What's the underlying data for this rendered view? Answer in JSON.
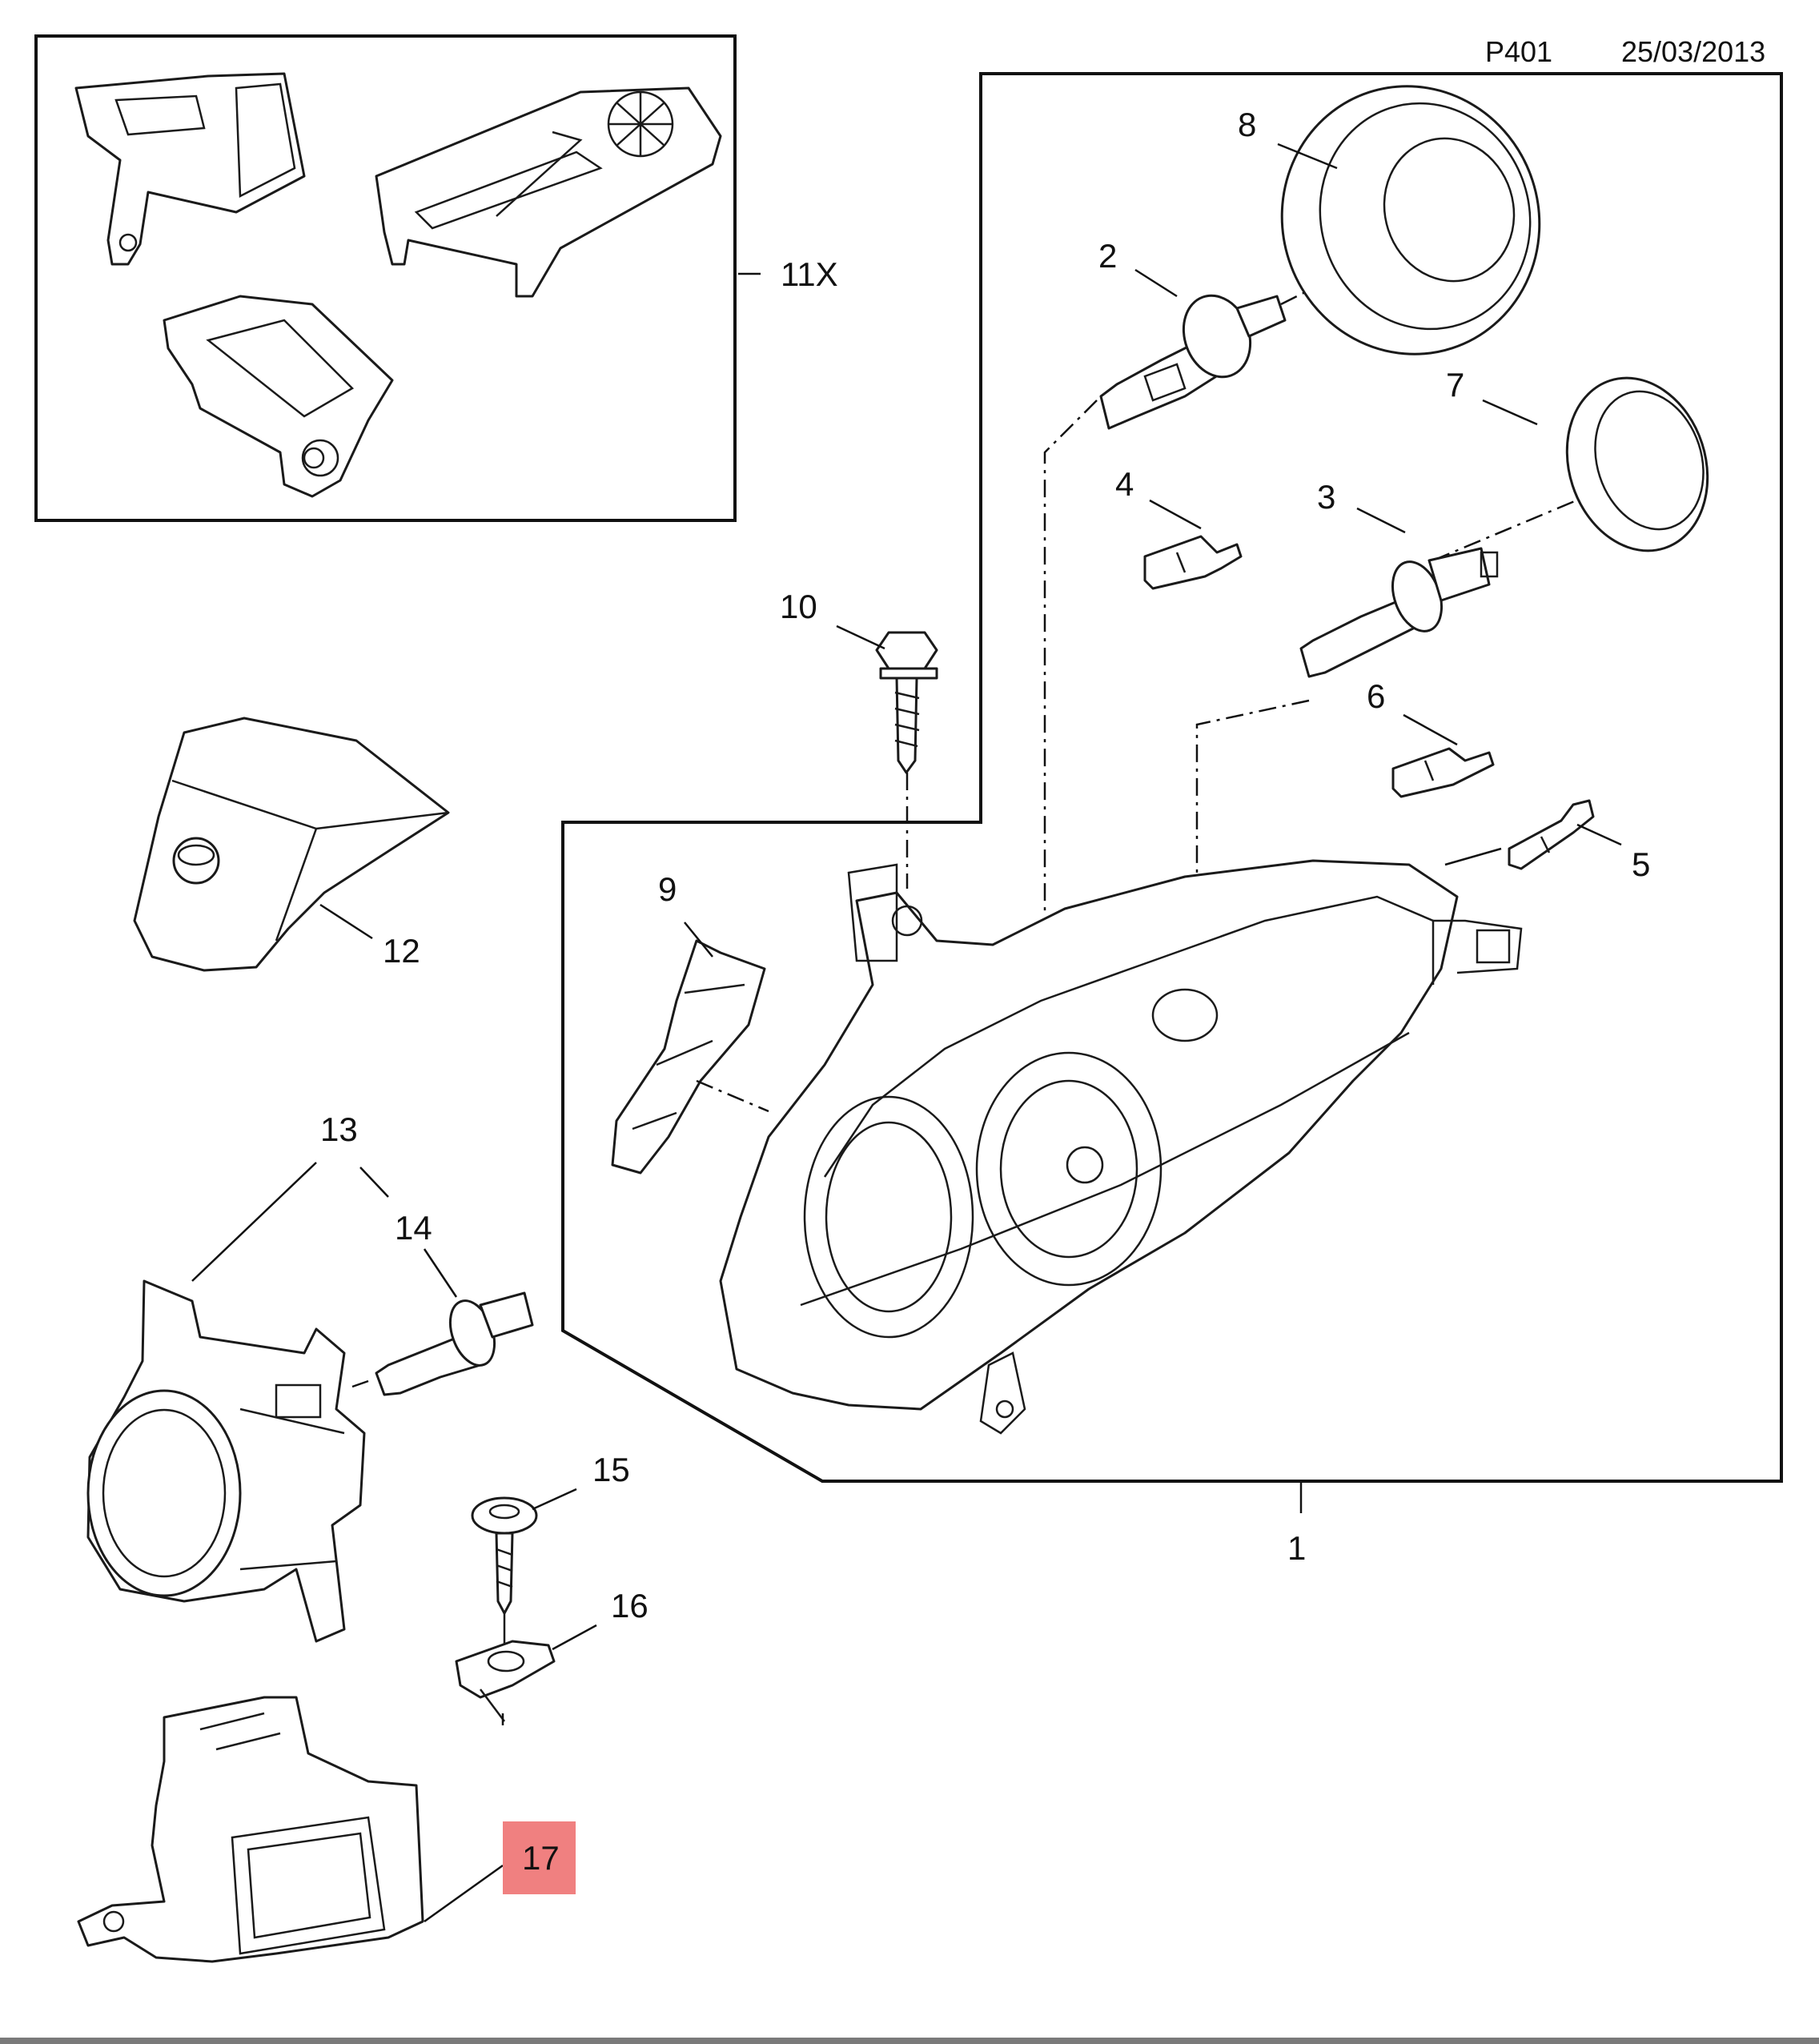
{
  "header": {
    "page_code": "P401",
    "date": "25/03/2013"
  },
  "callouts": {
    "c1": "1",
    "c2": "2",
    "c3": "3",
    "c4": "4",
    "c5": "5",
    "c6": "6",
    "c7": "7",
    "c8": "8",
    "c9": "9",
    "c10": "10",
    "c11x": "11X",
    "c12": "12",
    "c13": "13",
    "c14": "14",
    "c15": "15",
    "c16": "16",
    "c17": "17"
  },
  "highlight": {
    "callout": "17",
    "color": "#f08080"
  }
}
